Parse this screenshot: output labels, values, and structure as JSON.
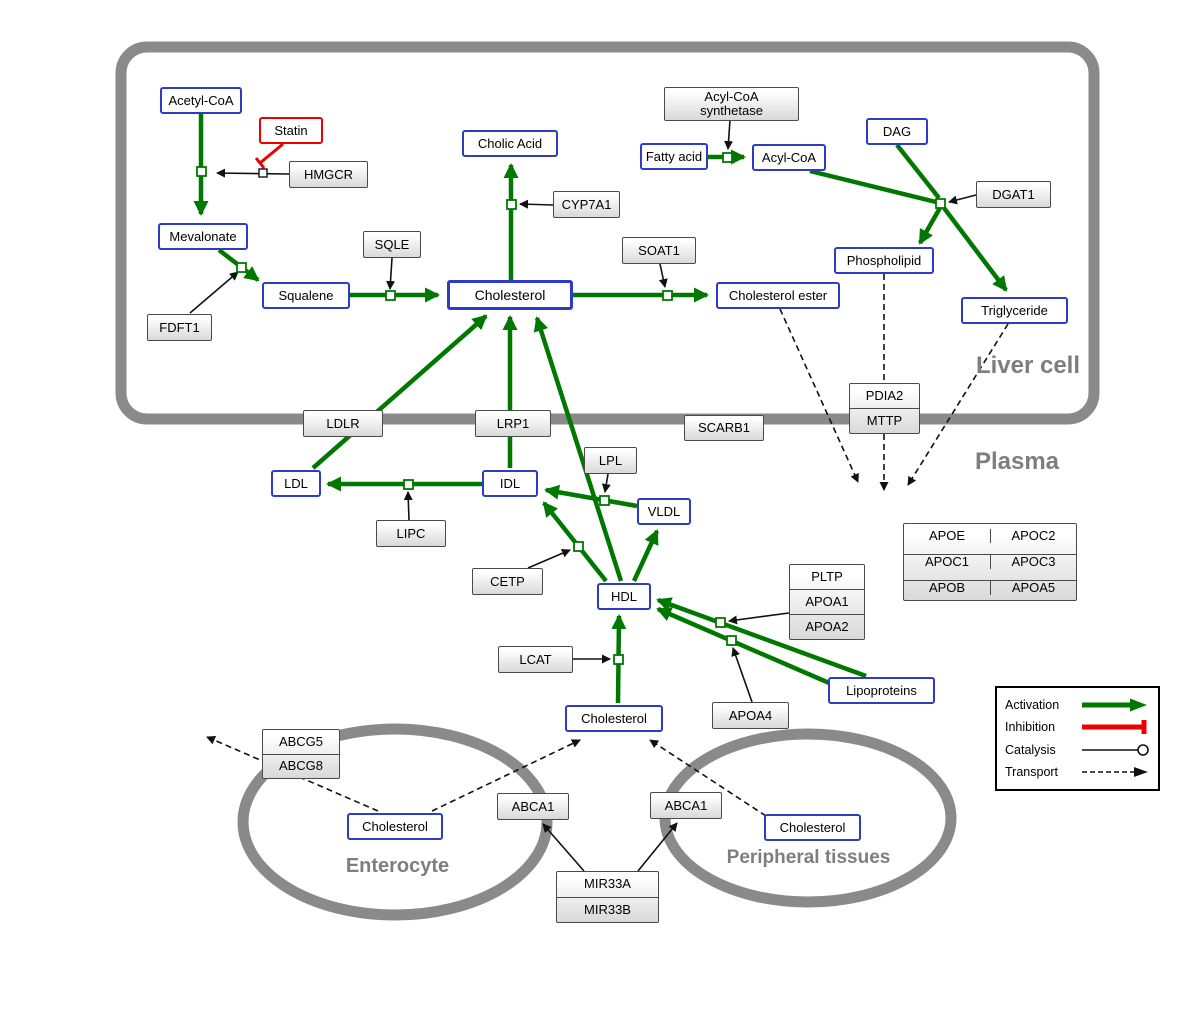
{
  "compartments": {
    "liver_label": "Liver cell",
    "plasma_label": "Plasma",
    "enterocyte_label": "Enterocyte",
    "peripheral_label": "Peripheral tissues"
  },
  "metabolites": {
    "acetyl_coa": "Acetyl-CoA",
    "mevalonate": "Mevalonate",
    "squalene": "Squalene",
    "cholesterol_liver": "Cholesterol",
    "cholic_acid": "Cholic Acid",
    "fatty_acid": "Fatty acid",
    "acyl_coa": "Acyl-CoA",
    "dag": "DAG",
    "phospholipid": "Phospholipid",
    "cholesterol_ester": "Cholesterol ester",
    "triglyceride": "Triglyceride",
    "ldl": "LDL",
    "idl": "IDL",
    "vldl": "VLDL",
    "hdl": "HDL",
    "cholesterol_plasma": "Cholesterol",
    "lipoproteins": "Lipoproteins",
    "cholesterol_enterocyte": "Cholesterol",
    "cholesterol_peripheral": "Cholesterol"
  },
  "inhibitors": {
    "statin": "Statin"
  },
  "proteins": {
    "hmgcr": "HMGCR",
    "acyl_coa_synthetase_line1": "Acyl-CoA",
    "acyl_coa_synthetase_line2": "synthetase",
    "sqle": "SQLE",
    "fdft1": "FDFT1",
    "cyp7a1": "CYP7A1",
    "soat1": "SOAT1",
    "dgat1": "DGAT1",
    "ldlr": "LDLR",
    "lrp1": "LRP1",
    "scarb1": "SCARB1",
    "pdia2": "PDIA2",
    "mttp": "MTTP",
    "lpl": "LPL",
    "lipc": "LIPC",
    "cetp": "CETP",
    "lcat": "LCAT",
    "pltp": "PLTP",
    "apoa1": "APOA1",
    "apoa2": "APOA2",
    "apoa4": "APOA4",
    "apoe": "APOE",
    "apoc2": "APOC2",
    "apoc1": "APOC1",
    "apoc3": "APOC3",
    "apob": "APOB",
    "apoa5": "APOA5",
    "abcg5": "ABCG5",
    "abcg8": "ABCG8",
    "abca1": "ABCA1",
    "mir33a": "MIR33A",
    "mir33b": "MIR33B"
  },
  "legend": {
    "activation": "Activation",
    "inhibition": "Inhibition",
    "catalysis": "Catalysis",
    "transport": "Transport"
  },
  "colors": {
    "activation_green": "#007800",
    "inhibition_red": "#ee0000",
    "entity_border_blue": "#2e3bc7",
    "protein_border_gray": "#4a4a4a",
    "compartment_gray": "#8a8a8a"
  },
  "edges": [
    {
      "from": "Acetyl-CoA",
      "to": "Mevalonate",
      "type": "activation",
      "catalysis": "HMGCR"
    },
    {
      "from": "Statin",
      "to": "HMGCR",
      "type": "inhibition"
    },
    {
      "from": "Mevalonate",
      "to": "Squalene",
      "type": "activation",
      "catalysis": "FDFT1"
    },
    {
      "from": "Squalene",
      "to": "Cholesterol",
      "type": "activation",
      "catalysis": "SQLE"
    },
    {
      "from": "Cholesterol",
      "to": "Cholic Acid",
      "type": "activation",
      "catalysis": "CYP7A1"
    },
    {
      "from": "Cholesterol",
      "to": "Cholesterol ester",
      "type": "activation",
      "catalysis": "SOAT1"
    },
    {
      "from": "Fatty acid",
      "to": "Acyl-CoA",
      "type": "activation",
      "catalysis": "Acyl-CoA synthetase"
    },
    {
      "from": "Acyl-CoA",
      "to": "Triglyceride",
      "type": "activation",
      "catalysis": "DGAT1"
    },
    {
      "from": "DAG",
      "to": "Triglyceride",
      "type": "activation",
      "catalysis": "DGAT1"
    },
    {
      "from": "Acyl-CoA",
      "to": "Phospholipid",
      "type": "activation",
      "catalysis": "DGAT1"
    },
    {
      "from": "LDL",
      "to": "Cholesterol (liver)",
      "type": "activation",
      "via": "LDLR"
    },
    {
      "from": "IDL",
      "to": "Cholesterol (liver)",
      "type": "activation",
      "via": "LRP1"
    },
    {
      "from": "HDL",
      "to": "Cholesterol (liver)",
      "type": "activation",
      "via": "SCARB1"
    },
    {
      "from": "VLDL",
      "to": "IDL",
      "type": "activation",
      "catalysis": "LPL"
    },
    {
      "from": "IDL",
      "to": "LDL",
      "type": "activation",
      "catalysis": "LIPC"
    },
    {
      "from": "HDL",
      "to": "IDL",
      "type": "activation",
      "catalysis": "CETP"
    },
    {
      "from": "HDL",
      "to": "VLDL",
      "type": "activation"
    },
    {
      "from": "Cholesterol (plasma)",
      "to": "HDL",
      "type": "activation",
      "catalysis": "LCAT"
    },
    {
      "from": "Lipoproteins",
      "to": "HDL",
      "type": "activation",
      "catalysis": "PLTP / APOA1 / APOA2"
    },
    {
      "from": "Lipoproteins",
      "to": "HDL",
      "type": "activation",
      "catalysis": "APOA4"
    },
    {
      "from": "Cholesterol ester",
      "to": "plasma",
      "type": "transport"
    },
    {
      "from": "Phospholipid",
      "to": "plasma",
      "type": "transport",
      "via": "PDIA2 / MTTP"
    },
    {
      "from": "Triglyceride",
      "to": "plasma",
      "type": "transport"
    },
    {
      "from": "Cholesterol (enterocyte)",
      "to": "outside enterocyte",
      "type": "transport",
      "via": "ABCG5 / ABCG8"
    },
    {
      "from": "Cholesterol (enterocyte)",
      "to": "Cholesterol (plasma)",
      "type": "transport",
      "via": "ABCA1"
    },
    {
      "from": "Cholesterol (peripheral tissues)",
      "to": "Cholesterol (plasma)",
      "type": "transport",
      "via": "ABCA1"
    },
    {
      "from": "MIR33A / MIR33B",
      "to": "ABCA1 (enterocyte)",
      "type": "catalysis"
    },
    {
      "from": "MIR33A / MIR33B",
      "to": "ABCA1 (peripheral tissues)",
      "type": "catalysis"
    }
  ]
}
